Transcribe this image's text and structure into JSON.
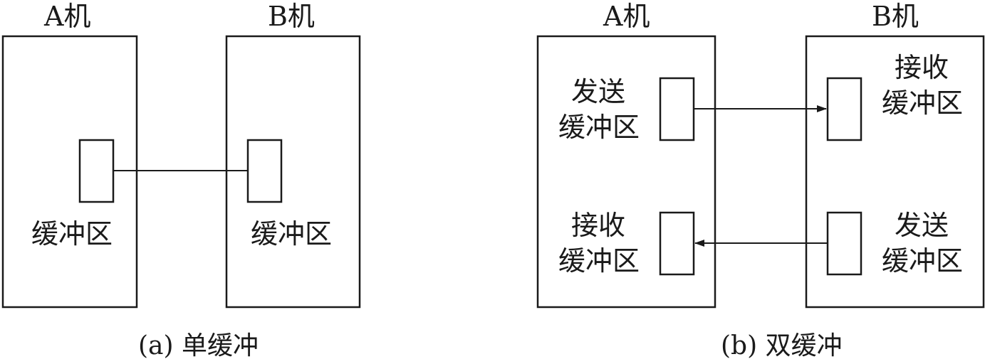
{
  "panel_a": {
    "machine_a": "A机",
    "machine_b": "B机",
    "buffer_a": "缓冲区",
    "buffer_b": "缓冲区",
    "caption": "(a) 单缓冲"
  },
  "panel_b": {
    "machine_a": "A机",
    "machine_b": "B机",
    "a_send": [
      "发送",
      "缓冲区"
    ],
    "a_recv": [
      "接收",
      "缓冲区"
    ],
    "b_recv": [
      "接收",
      "缓冲区"
    ],
    "b_send": [
      "发送",
      "缓冲区"
    ],
    "caption": "(b) 双缓冲"
  },
  "colors": {
    "line": "#1a1a1a",
    "background": "#ffffff"
  }
}
